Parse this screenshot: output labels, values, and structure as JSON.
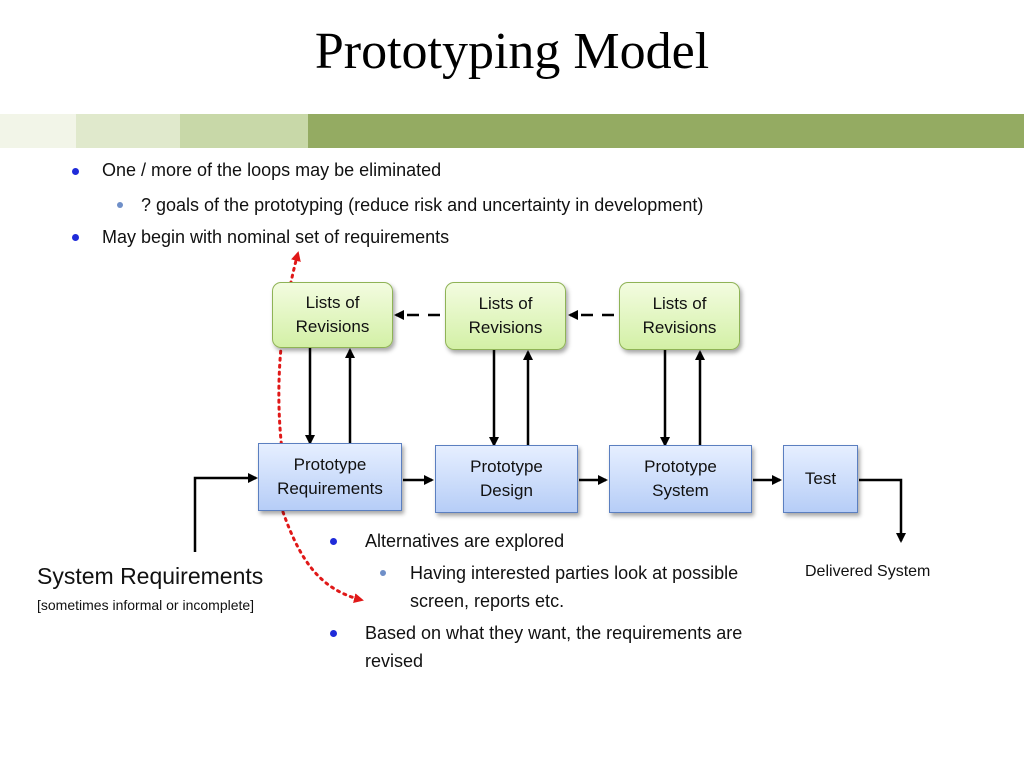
{
  "slide": {
    "title": "Prototyping Model",
    "band_colors": [
      "#f2f5e8",
      "#e0e9cc",
      "#c8d8a8",
      "#94ab62"
    ]
  },
  "bullets": [
    {
      "level": 1,
      "text": "One / more of the loops may be eliminated"
    },
    {
      "level": 2,
      "text": "? goals of the prototyping (reduce risk and uncertainty in development)"
    },
    {
      "level": 1,
      "text": "May begin with nominal set of requirements"
    }
  ],
  "diagram": {
    "revisions": [
      "Lists of\nRevisions",
      "Lists of\nRevisions",
      "Lists of\nRevisions"
    ],
    "stages": [
      "Prototype\nRequirements",
      "Prototype\nDesign",
      "Prototype\nSystem",
      "Test"
    ],
    "input_label": "System Requirements",
    "input_note": "[sometimes informal or incomplete]",
    "output_label": "Delivered System"
  },
  "lower_bullets": [
    {
      "level": 1,
      "text": "Alternatives are explored"
    },
    {
      "level": 2,
      "text": "Having interested parties look at possible screen, reports etc."
    },
    {
      "level": 1,
      "text": "Based on what they want, the requirements are revised"
    }
  ]
}
